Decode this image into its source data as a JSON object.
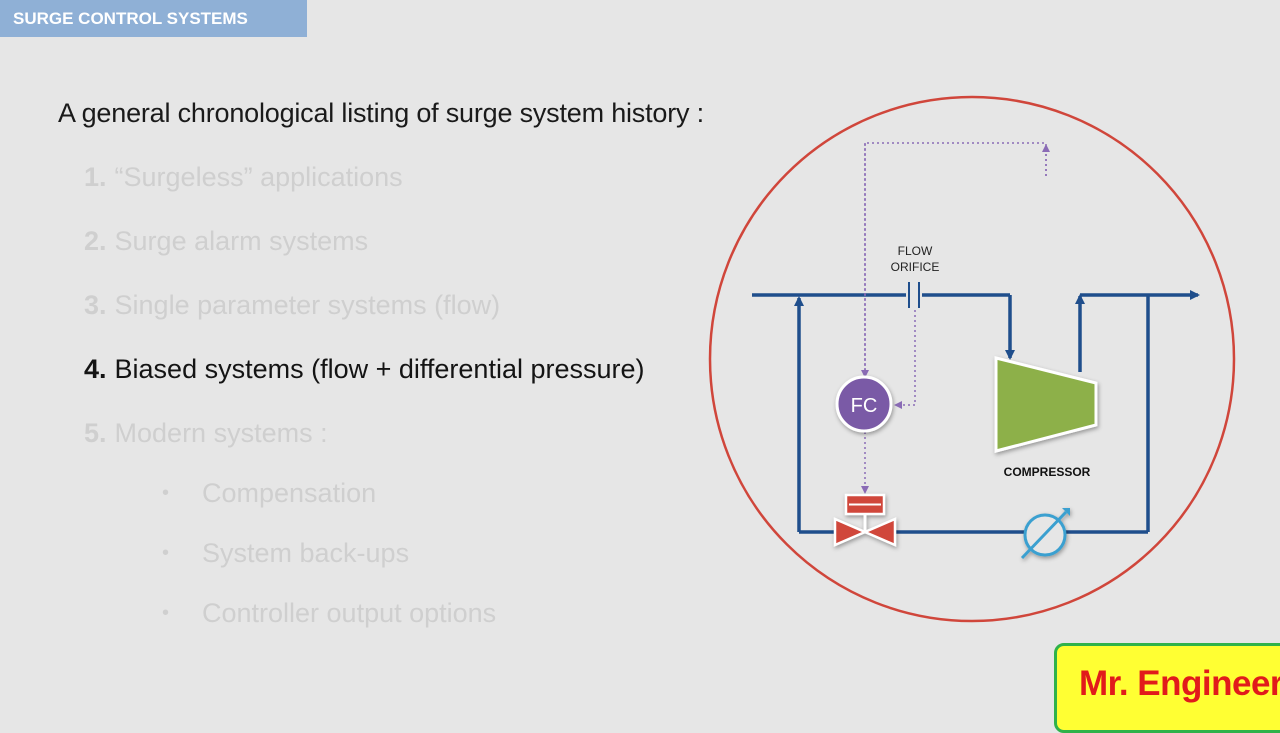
{
  "header": {
    "title": "SURGE CONTROL SYSTEMS"
  },
  "slide": {
    "intro": "A general chronological listing of surge system history :",
    "items": [
      {
        "num": "1.",
        "text": "“Surgeless” applications",
        "active": false
      },
      {
        "num": "2.",
        "text": "Surge alarm systems",
        "active": false
      },
      {
        "num": "3.",
        "text": "Single parameter systems (flow)",
        "active": false
      },
      {
        "num": "4.",
        "text": "Biased systems (flow + differential pressure)",
        "active": true
      },
      {
        "num": "5.",
        "text": "Modern systems :",
        "active": false
      }
    ],
    "subitems": [
      {
        "bullet": "•",
        "text": "Compensation"
      },
      {
        "bullet": "•",
        "text": "System back-ups"
      },
      {
        "bullet": "•",
        "text": "Controller output options"
      }
    ]
  },
  "diagram": {
    "flow_orifice_line1": "FLOW",
    "flow_orifice_line2": "ORIFICE",
    "controller_label": "FC",
    "compressor_label": "COMPRESSOR",
    "colors": {
      "pipe": "#1f4e8c",
      "signal": "#8a6bb5",
      "circle": "#d0463b",
      "controller": "#7a5aa6",
      "compressor": "#8db04a",
      "valve": "#d0463b",
      "cooler": "#3aa0d0"
    }
  },
  "brand": {
    "text": "Mr. Engineer"
  }
}
